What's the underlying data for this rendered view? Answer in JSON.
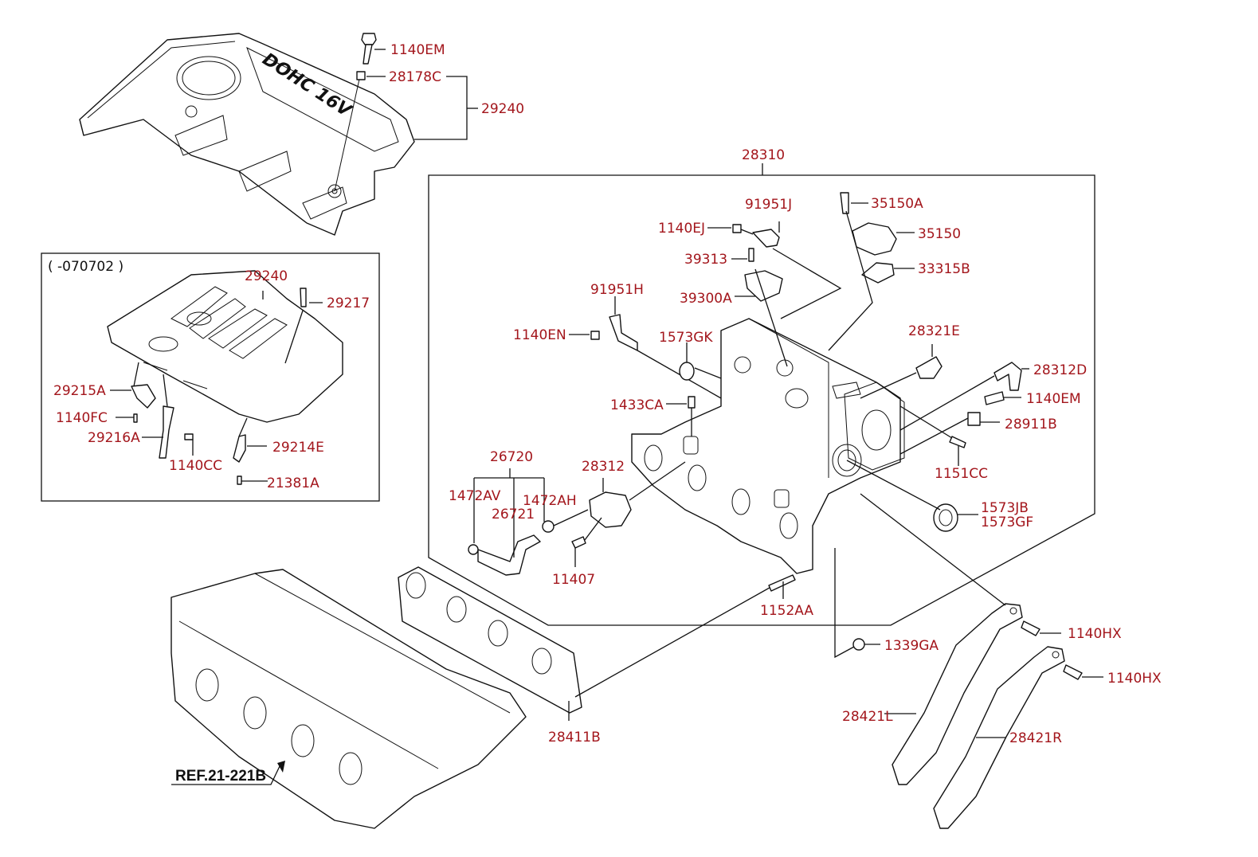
{
  "diagram": {
    "title": "Intake manifold / engine cover parts diagram",
    "label_color": "#a3161c",
    "inset": {
      "caption": "( -070702 )",
      "labels": [
        "29240",
        "29217",
        "29215A",
        "1140FC",
        "29216A",
        "1140CC",
        "29214E",
        "21381A"
      ]
    },
    "reference": "REF.21-221B",
    "cover_badge": "DOHC 16V",
    "labels": {
      "l_1140EM_top": "1140EM",
      "l_28178C": "28178C",
      "l_29240_top": "29240",
      "l_28310": "28310",
      "l_91951J": "91951J",
      "l_1140EJ": "1140EJ",
      "l_35150A": "35150A",
      "l_35150": "35150",
      "l_39313": "39313",
      "l_33315B": "33315B",
      "l_91951H": "91951H",
      "l_39300A": "39300A",
      "l_1140EN": "1140EN",
      "l_1573GK": "1573GK",
      "l_28321E": "28321E",
      "l_28312D": "28312D",
      "l_1140EM_mid": "1140EM",
      "l_1433CA": "1433CA",
      "l_28911B": "28911B",
      "l_26720": "26720",
      "l_28312": "28312",
      "l_1151CC": "1151CC",
      "l_1472AV": "1472AV",
      "l_1472AH": "1472AH",
      "l_26721": "26721",
      "l_1573JB": "1573JB",
      "l_1573GF": "1573GF",
      "l_11407": "11407",
      "l_1152AA": "1152AA",
      "l_1140HX_1": "1140HX",
      "l_1339GA": "1339GA",
      "l_1140HX_2": "1140HX",
      "l_28421L": "28421L",
      "l_28411B": "28411B",
      "l_28421R": "28421R"
    }
  }
}
